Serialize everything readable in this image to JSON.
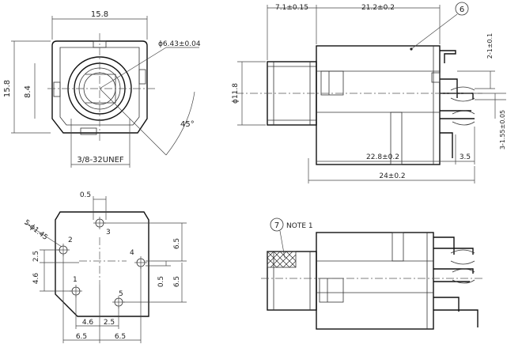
{
  "front_view": {
    "width": "15.8",
    "height": "15.8",
    "offset": "8.4",
    "hole": "ϕ6.43±0.04",
    "angle": "45°",
    "thread": "3/8-32UNEF"
  },
  "side_view": {
    "flange": "7.1±0.15",
    "body": "21.2±0.2",
    "callout": "6",
    "diameter": "ϕ11.8",
    "pin_height": "2-1±0.1",
    "pin_width": "3-1.55±0.05",
    "length_a": "22.8±0.2",
    "length_b": "3.5",
    "length_total": "24±0.2"
  },
  "pcb_view": {
    "top_dim": "0.5",
    "holes_label": "5-ϕ1.45",
    "pins": [
      "1",
      "2",
      "3",
      "4",
      "5"
    ],
    "left_2_5": "2.5",
    "left_4_6": "4.6",
    "right_6_5_top": "6.5",
    "right_0_5": "0.5",
    "right_6_5_bottom": "6.5",
    "bottom_4_6": "4.6",
    "bottom_2_5": "2.5",
    "bottom_6_5_left": "6.5",
    "bottom_6_5_right": "6.5"
  },
  "bottom_view": {
    "callout": "7",
    "note": "NOTE 1"
  }
}
